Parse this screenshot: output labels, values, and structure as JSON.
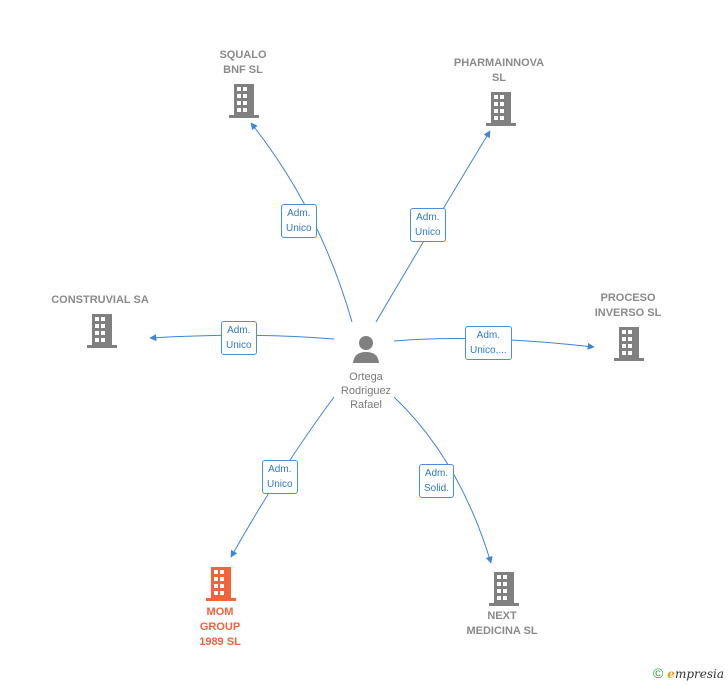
{
  "center": {
    "name": "Ortega\nRodriguez\nRafael"
  },
  "nodes": [
    {
      "id": "squalo",
      "name": "SQUALO\nBNF SL",
      "main": false
    },
    {
      "id": "pharmainnova",
      "name": "PHARMAINNOVA\nSL",
      "main": false
    },
    {
      "id": "construvial",
      "name": "CONSTRUVIAL SA",
      "main": false
    },
    {
      "id": "proceso",
      "name": "PROCESO\nINVERSO SL",
      "main": false
    },
    {
      "id": "mom",
      "name": "MOM\nGROUP\n1989  SL",
      "main": true
    },
    {
      "id": "next",
      "name": "NEXT\nMEDICINA SL",
      "main": false
    }
  ],
  "edges": [
    {
      "to": "squalo",
      "label": "Adm.\nUnico"
    },
    {
      "to": "pharmainnova",
      "label": "Adm.\nUnico"
    },
    {
      "to": "construvial",
      "label": "Adm.\nUnico"
    },
    {
      "to": "proceso",
      "label": "Adm.\nUnico,..."
    },
    {
      "to": "mom",
      "label": "Adm.\nUnico"
    },
    {
      "to": "next",
      "label": "Adm.\nSolid."
    }
  ],
  "footer": {
    "copyright": "©",
    "brand_initial": "e",
    "brand_rest": "mpresia"
  },
  "colors": {
    "edge": "#3d85d8",
    "building": "#808080",
    "main_building": "#f2633a"
  }
}
